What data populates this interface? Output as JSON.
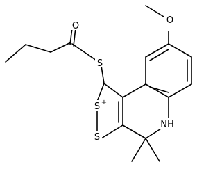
{
  "molecule": {
    "atoms": {
      "carbonyl_oxygen": "O",
      "methoxy_oxygen": "O",
      "thioester_sulfur": "S",
      "ring_sulfur_cation": "S",
      "ring_sulfur_cation_charge": "+",
      "ring_sulfur": "S",
      "amine": "NH"
    },
    "colors": {
      "bond": "#000000",
      "label": "#000000",
      "background": "#ffffff"
    }
  }
}
